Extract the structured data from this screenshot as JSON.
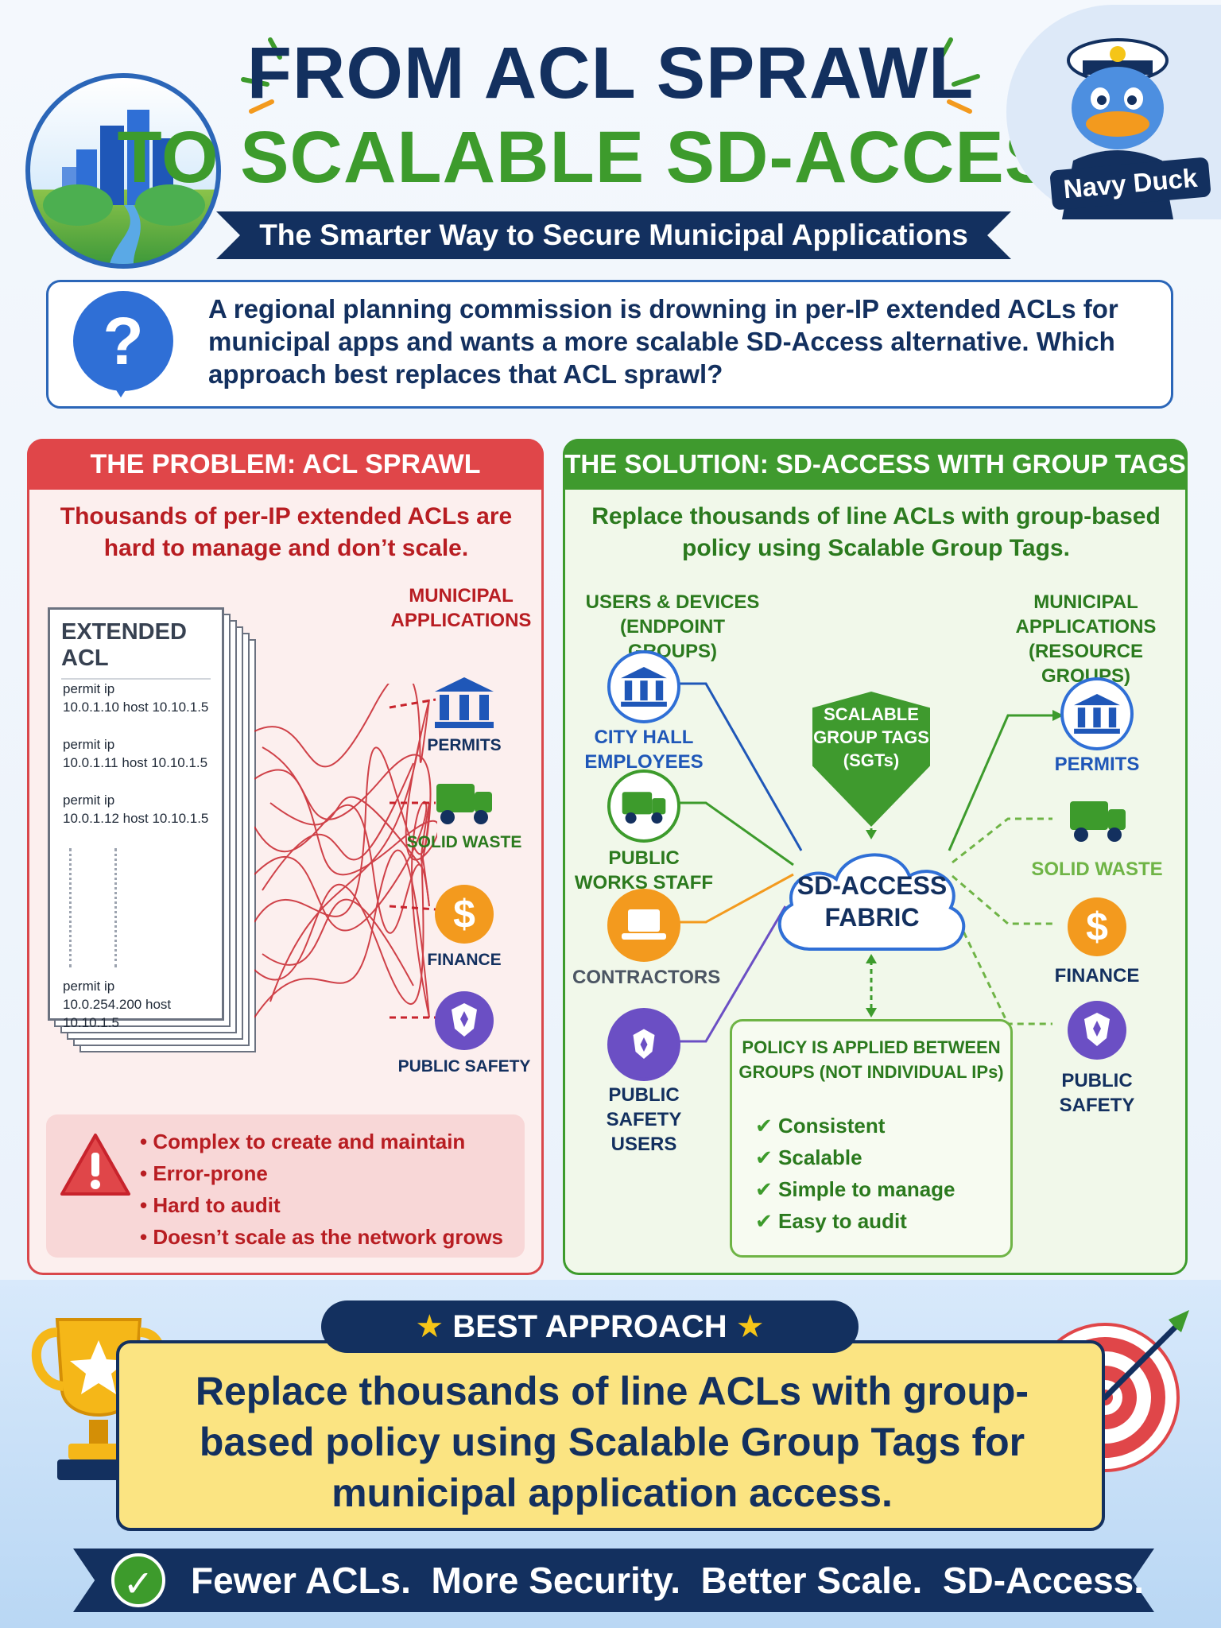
{
  "header": {
    "title_line1": "FROM ACL SPRAWL",
    "title_line2": "TO SCALABLE SD-ACCESS",
    "subtitle": "The Smarter Way to Secure Municipal Applications",
    "mascot_label": "Navy Duck"
  },
  "question": {
    "text": "A regional planning commission is drowning in per-IP extended ACLs for municipal apps and wants a more scalable SD-Access alternative. Which approach best replaces that ACL sprawl?"
  },
  "problem": {
    "heading": "THE PROBLEM: ACL SPRAWL",
    "subheading": "Thousands of per-IP extended ACLs are hard to manage and don’t scale.",
    "acl_title": "EXTENDED ACL",
    "acl_lines": [
      "permit ip\n10.0.1.10 host 10.10.1.5",
      "permit ip\n10.0.1.11 host 10.10.1.5",
      "permit ip\n10.0.1.12 host 10.10.1.5",
      "permit ip\n10.0.254.200 host 10.10.1.5"
    ],
    "apps_label": "MUNICIPAL APPLICATIONS",
    "apps": [
      "PERMITS",
      "SOLID WASTE",
      "FINANCE",
      "PUBLIC SAFETY"
    ],
    "issues": [
      "Complex to create and maintain",
      "Error-prone",
      "Hard to audit",
      "Doesn’t scale as the network grows"
    ]
  },
  "solution": {
    "heading": "THE SOLUTION: SD-ACCESS WITH GROUP TAGS",
    "subheading": "Replace thousands of line ACLs with group-based policy using Scalable Group Tags.",
    "users_label": "USERS & DEVICES (ENDPOINT GROUPS)",
    "resources_label": "MUNICIPAL APPLICATIONS (RESOURCE GROUPS)",
    "users": [
      "CITY HALL EMPLOYEES",
      "PUBLIC WORKS STAFF",
      "CONTRACTORS",
      "PUBLIC SAFETY USERS"
    ],
    "resources": [
      "PERMITS",
      "SOLID WASTE",
      "FINANCE",
      "PUBLIC SAFETY"
    ],
    "sgt_label": "SCALABLE GROUP TAGS (SGTs)",
    "fabric_label": "SD-ACCESS FABRIC",
    "policy_title": "POLICY IS APPLIED BETWEEN GROUPS (NOT INDIVIDUAL IPs)",
    "policy_benefits": [
      "Consistent",
      "Scalable",
      "Simple to manage",
      "Easy to audit"
    ]
  },
  "best": {
    "label": "BEST APPROACH",
    "answer": "Replace thousands of line ACLs with group-based policy using Scalable Group Tags for municipal application access.",
    "tagline": "Fewer ACLs.  More Security.  Better Scale.  SD-Access."
  },
  "colors": {
    "navy": "#13305f",
    "green": "#3d9b2c",
    "red": "#e04649",
    "blue": "#2f6fd6",
    "orange": "#f39a1e",
    "purple": "#6b4fc4",
    "gold": "#fbe482"
  }
}
